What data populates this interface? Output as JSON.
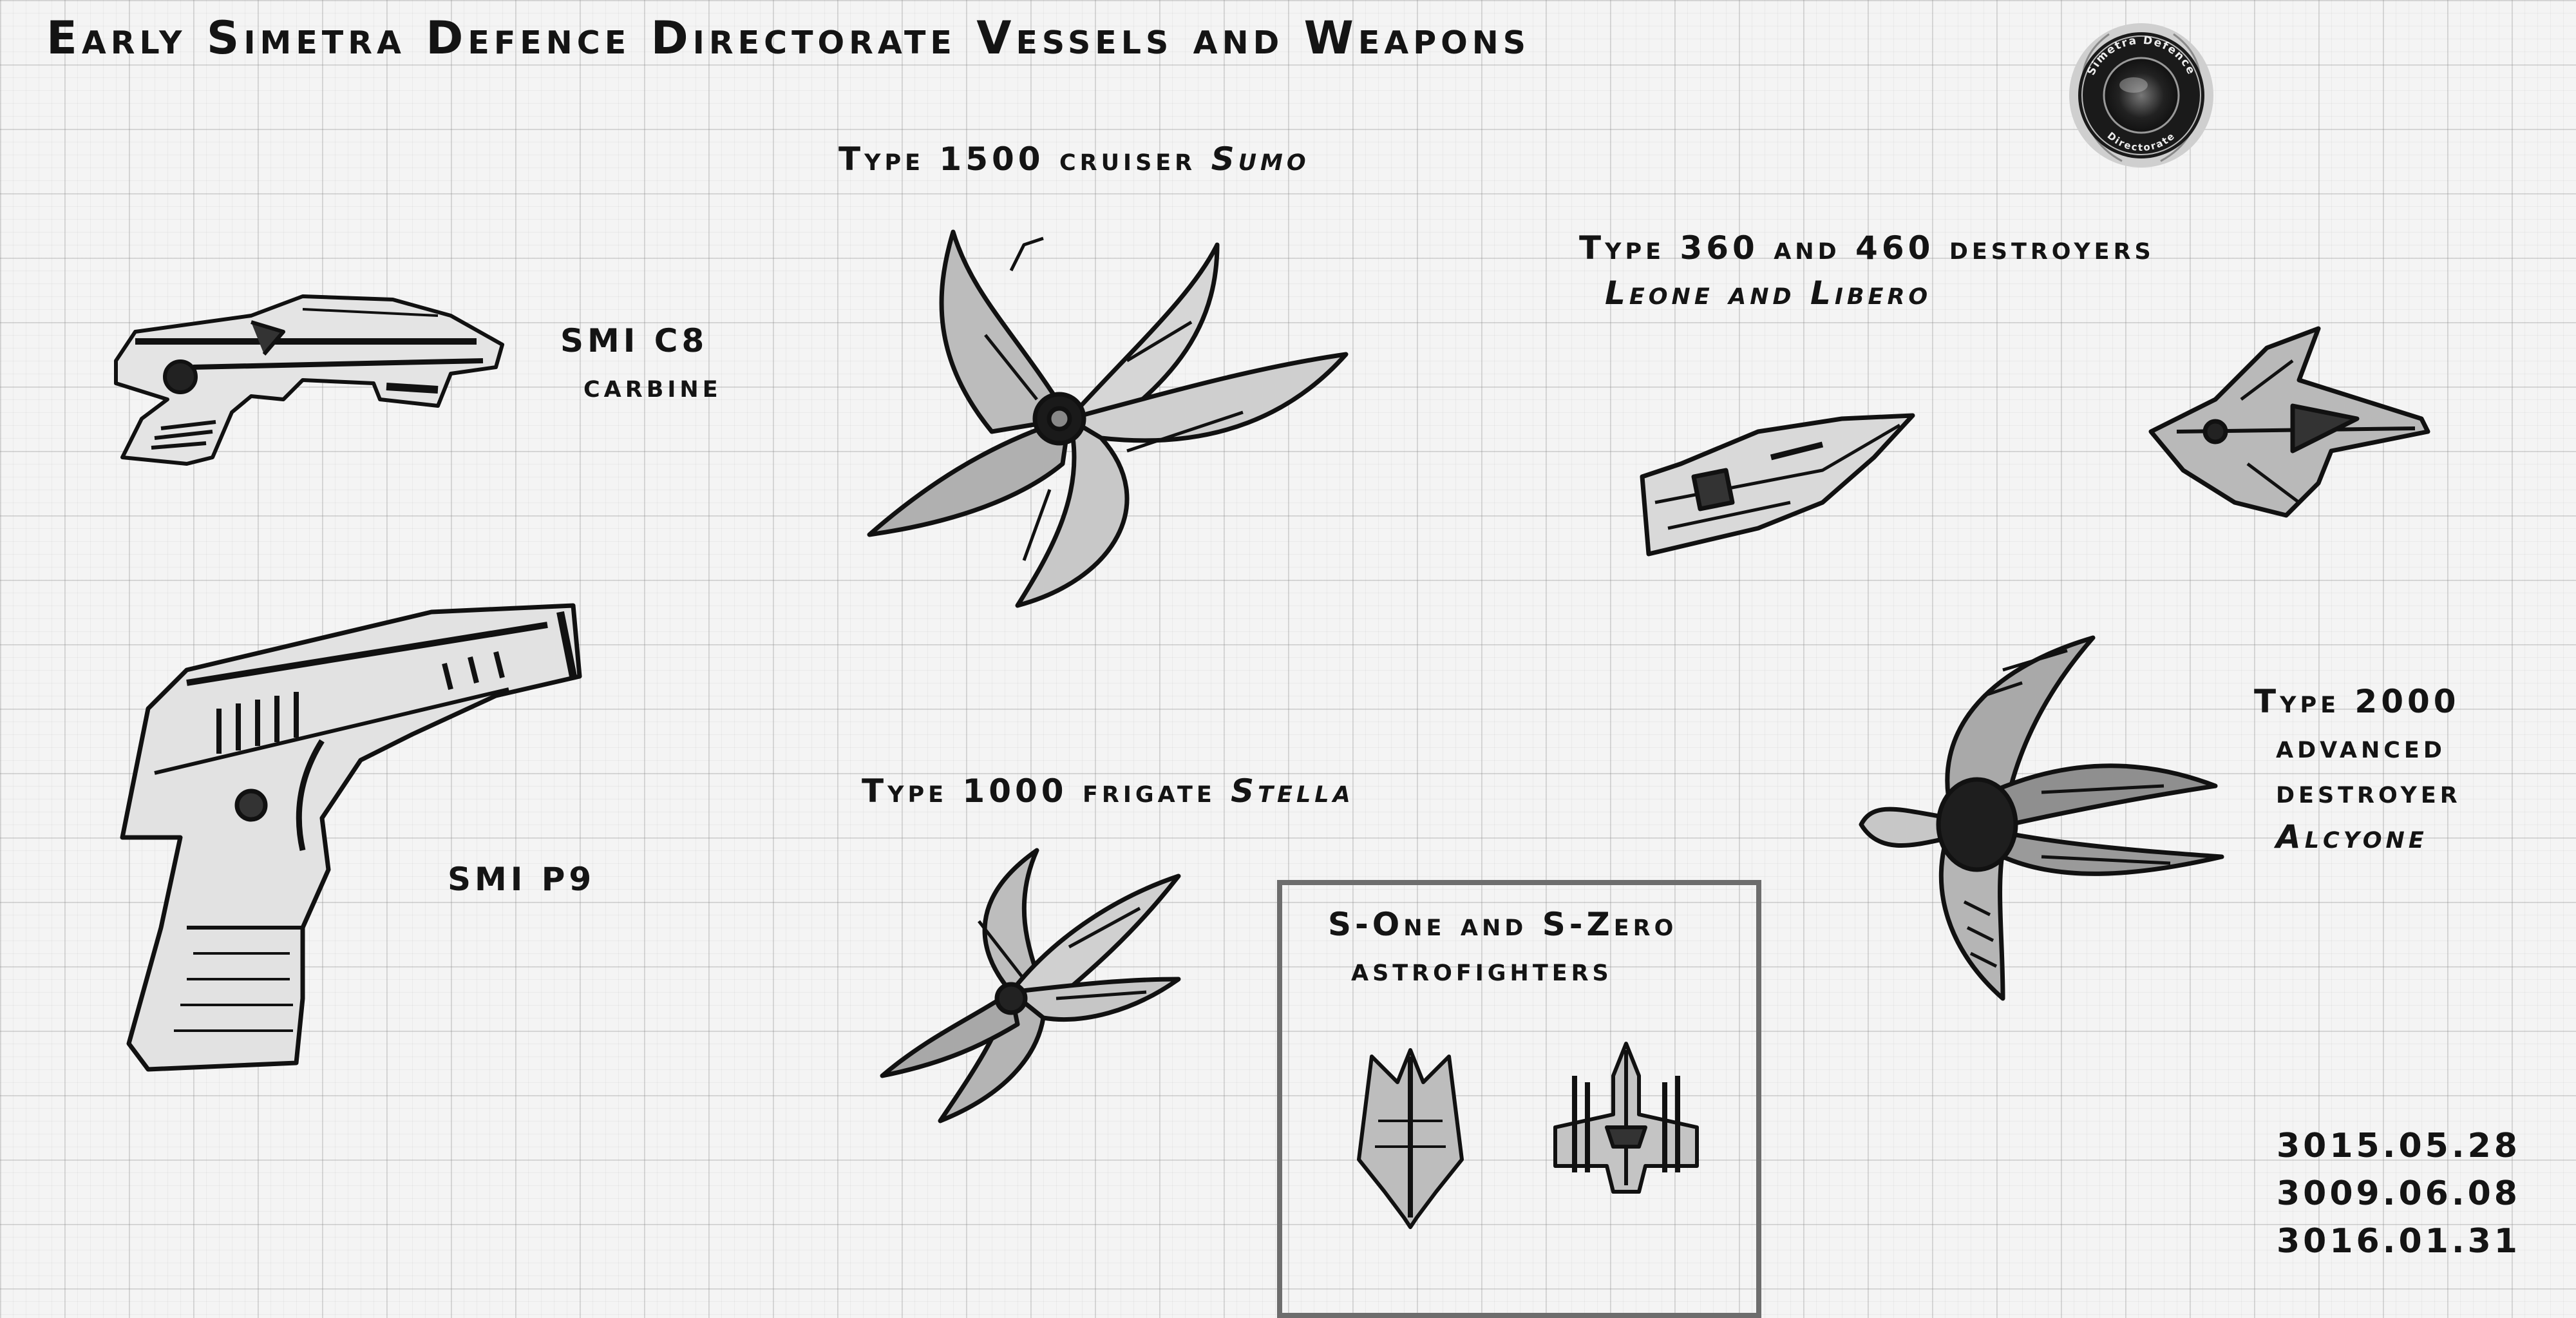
{
  "title": "Early Simetra Defence Directorate Vessels and Weapons",
  "emblem": {
    "icon": "directorate-emblem-icon",
    "top_text": "Simetra Defence",
    "bottom_text": "Directorate"
  },
  "items": {
    "carbine": {
      "line1": "SMI C8",
      "line2": "carbine"
    },
    "pistol": {
      "line1": "SMI P9"
    },
    "cruiser": {
      "prefix": "Type 1500 cruiser",
      "name": "Sumo"
    },
    "frigate": {
      "prefix": "Type 1000 frigate",
      "name": "Stella"
    },
    "destroyers": {
      "line1": "Type 360 and 460 destroyers",
      "names": "Leone and Libero"
    },
    "advanced_destroyer": {
      "line1": "Type 2000",
      "line2": "advanced",
      "line3": "destroyer",
      "name": "Alcyone"
    },
    "astrofighters": {
      "line1": "S-One and S-Zero",
      "line2": "astrofighters"
    }
  },
  "dates": [
    "3015.05.28",
    "3009.06.08",
    "3016.01.31"
  ]
}
